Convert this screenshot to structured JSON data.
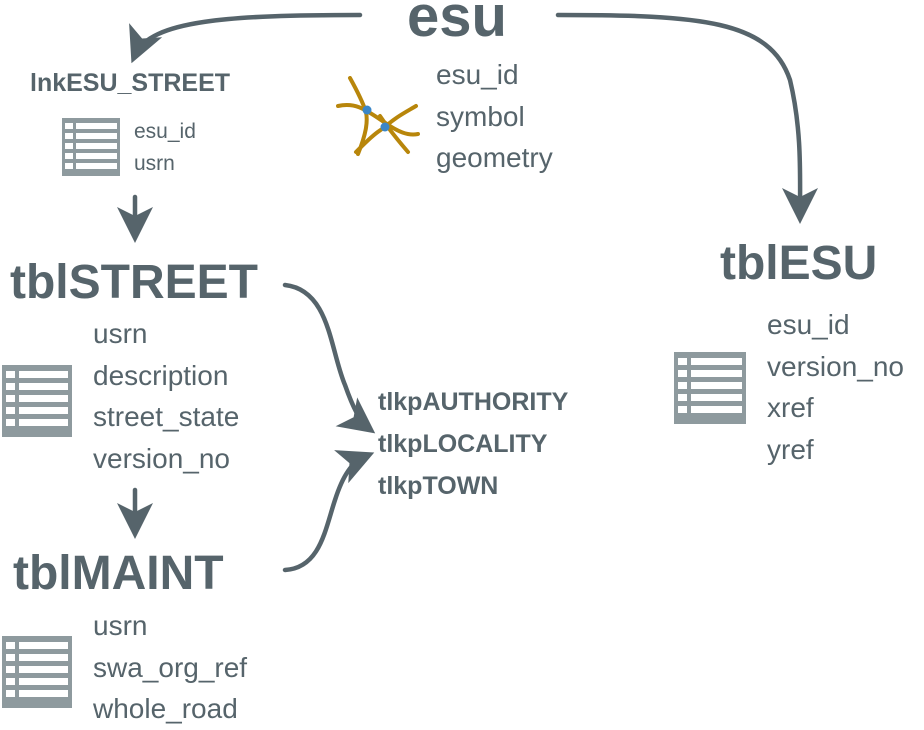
{
  "esu": {
    "title": "esu",
    "fields": [
      "esu_id",
      "symbol",
      "geometry"
    ],
    "icon": "road-network-icon",
    "colors": {
      "road": "#b8860b",
      "node": "#3a86c8"
    }
  },
  "lnk_esu_street": {
    "title": "lnkESU_STREET",
    "fields": [
      "esu_id",
      "usrn"
    ]
  },
  "tbl_street": {
    "title": "tblSTREET",
    "fields": [
      "usrn",
      "description",
      "street_state",
      "version_no"
    ]
  },
  "tbl_maint": {
    "title": "tblMAINT",
    "fields": [
      "usrn",
      "swa_org_ref",
      "whole_road"
    ]
  },
  "tbl_esu": {
    "title": "tblESU",
    "fields": [
      "esu_id",
      "version_no",
      "xref",
      "yref"
    ]
  },
  "lookups": [
    "tlkpAUTHORITY",
    "tlkpLOCALITY",
    "tlkpTOWN"
  ],
  "colors": {
    "text": "#56646b",
    "arrow": "#56646b",
    "table_icon": "#8e9a9e"
  }
}
